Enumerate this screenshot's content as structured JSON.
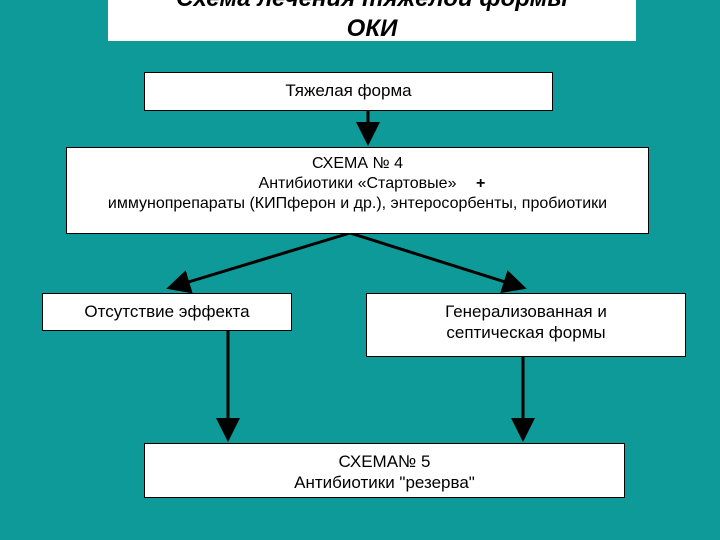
{
  "title": "Схема лечения тяжелой формы\nОКИ",
  "nodes": {
    "severe": "Тяжелая форма",
    "scheme4": "СХЕМА № 4\nАнтибиотики «Стартовые»\nиммунопрепараты (КИПферон и др.), энтеросорбенты, пробиотики",
    "scheme4_plus": "+",
    "no_effect": "Отсутствие эффекта",
    "generalized": "Генерализованная и\nсептическая формы",
    "scheme5": "СХЕМА№ 5\nАнтибиотики \"резерва\""
  },
  "colors": {
    "background": "#0e9a98",
    "box": "#ffffff",
    "line": "#000000"
  }
}
